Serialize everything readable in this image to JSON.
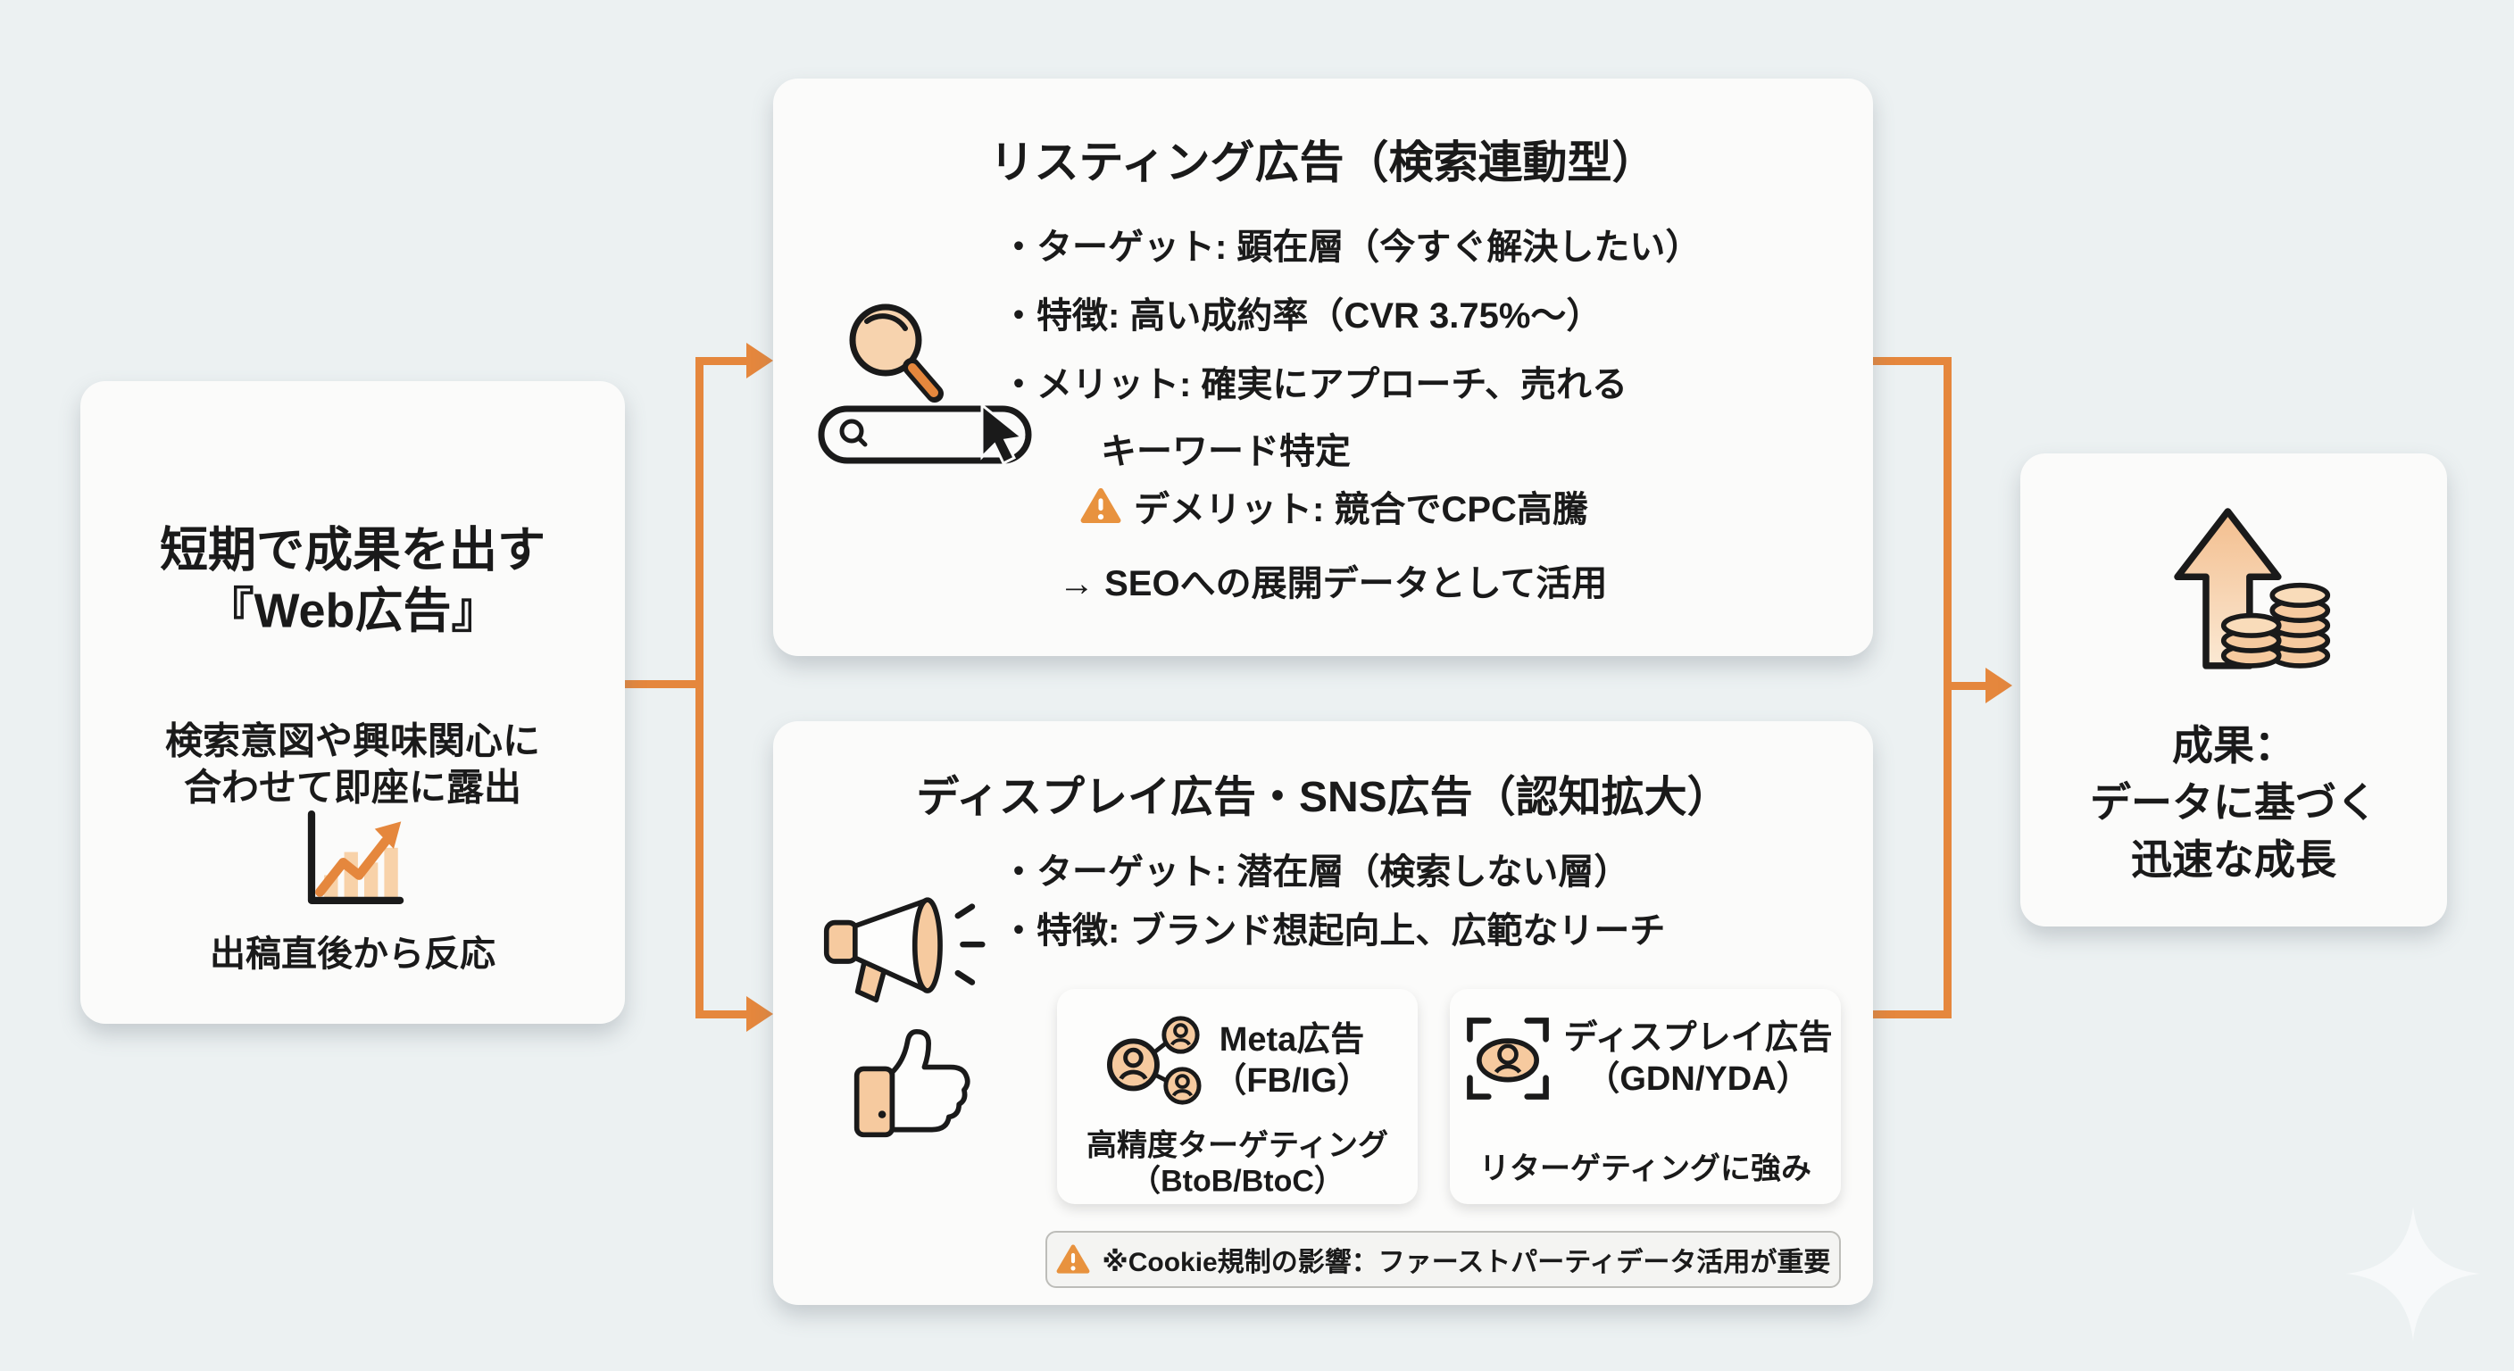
{
  "palette": {
    "background": "#ECF1F2",
    "card": "#FBFBFA",
    "accent_orange": "#E5873D",
    "warning_orange": "#E8923E",
    "peach_fill": "#F6CA9F",
    "peach_light": "#F9DCBA",
    "ink": "#1A1A1A",
    "banner_bg": "#F4F4F2",
    "banner_border": "#BDBDB9"
  },
  "left_card": {
    "title1": "短期で成果を出す",
    "title2": "『Web広告』",
    "desc1": "検索意図や興味関心に",
    "desc2": "合わせて即座に露出",
    "icon": "bar-chart-growth-icon",
    "caption": "出稿直後から反応"
  },
  "listing_card": {
    "title": "リスティング広告（検索連動型）",
    "bullet1": "・ターゲット: 顕在層（今すぐ解決したい）",
    "bullet2": "・特徴: 高い成約率（CVR 3.75%〜）",
    "bullet3": "・メリット: 確実にアプローチ、売れる",
    "bullet3_cont": "キーワード特定",
    "warning_icon": "warning-triangle-icon",
    "warning": "デメリット: 競合でCPC高騰",
    "note": "→ SEOへの展開データとして活用",
    "icons": [
      "magnifier-icon",
      "search-bar-cursor-icon"
    ]
  },
  "display_card": {
    "title": "ディスプレイ広告・SNS広告（認知拡大）",
    "bullet1": "・ターゲット: 潜在層（検索しない層）",
    "bullet2": "・特徴: ブランド想起向上、広範なリーチ",
    "icons": [
      "megaphone-icon",
      "thumbs-up-icon"
    ],
    "meta_box": {
      "icon": "audience-network-icon",
      "title1": "Meta広告",
      "title2": "（FB/IG）",
      "desc1": "高精度ターゲティング",
      "desc2": "（BtoB/BtoC）"
    },
    "gdn_box": {
      "icon": "retargeting-view-icon",
      "title1": "ディスプレイ広告",
      "title2": "（GDN/YDA）",
      "desc": "リターゲティングに強み"
    },
    "cookie_icon": "warning-triangle-icon",
    "cookie_note": "※Cookie規制の影響：ファーストパーティデータ活用が重要"
  },
  "result_card": {
    "icon": "growth-coins-icon",
    "line1": "成果：",
    "line2": "データに基づく",
    "line3": "迅速な成長"
  },
  "decoration": {
    "watermark": "sparkle-icon"
  }
}
